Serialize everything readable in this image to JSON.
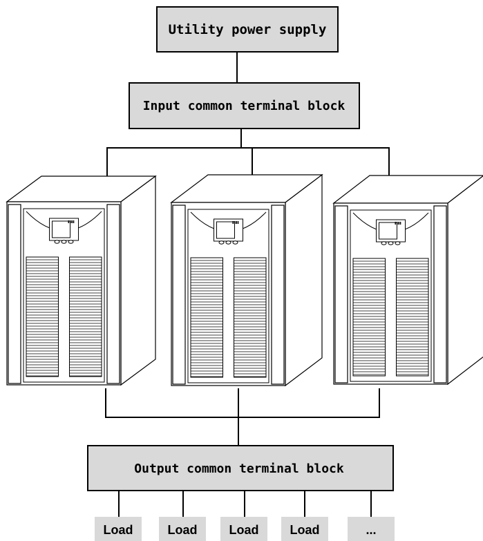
{
  "utility_box": {
    "label": "Utility power supply"
  },
  "input_box": {
    "label": "Input common terminal block"
  },
  "output_box": {
    "label": "Output common terminal block"
  },
  "loads": [
    "Load",
    "Load",
    "Load",
    "Load",
    "..."
  ],
  "colors": {
    "box_fill": "#d9d9d9",
    "line": "#000000",
    "panel": "#ffffff"
  }
}
